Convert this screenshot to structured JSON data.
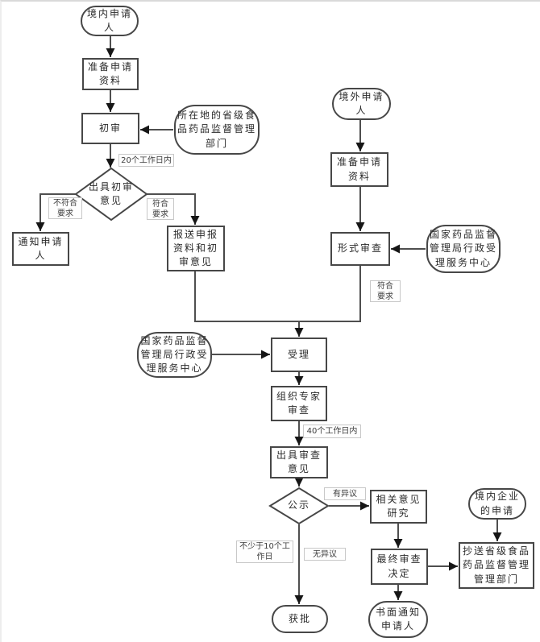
{
  "colors": {
    "line": "#4f4f4f",
    "border": "#474747",
    "text": "#2b2b2b",
    "arrow": "#161616",
    "labelBorder": "#c8c8c8",
    "labelText": "#3c3c3c",
    "bg": "#ffffff",
    "frame": "#d9d9d9"
  },
  "nodes": {
    "domestic_applicant": {
      "label": "境内申请人"
    },
    "prepare_materials_left": {
      "label": "准备申请资料"
    },
    "initial_review": {
      "label": "初审"
    },
    "provincial_dept": {
      "label": "所在地的省级食品药品监督管理部门"
    },
    "initial_opinion": {
      "label": "出具初审意见"
    },
    "notify_applicant": {
      "label": "通知申请人"
    },
    "submit_materials": {
      "label": "报送申报资料和初审意见"
    },
    "foreign_applicant": {
      "label": "境外申请人"
    },
    "prepare_materials_right": {
      "label": "准备申请资料"
    },
    "formal_review": {
      "label": "形式审查"
    },
    "nmpa_center_right": {
      "label": "国家药品监督管理局行政受理服务中心"
    },
    "nmpa_center_left": {
      "label": "国家药品监督管理局行政受理服务中心"
    },
    "accept": {
      "label": "受理"
    },
    "organize_expert_review": {
      "label": "组织专家审查"
    },
    "issue_review_opinion": {
      "label": "出具审查意见"
    },
    "publicity": {
      "label": "公示"
    },
    "relevant_opinion_research": {
      "label": "相关意见研究"
    },
    "final_review_decision": {
      "label": "最终审查决定"
    },
    "written_notice": {
      "label": "书面通知申请人"
    },
    "approved": {
      "label": "获批"
    },
    "domestic_enterprise": {
      "label": "境内企业的申请"
    },
    "copy_provincial": {
      "label": "抄送省级食品药品监督管理管理部门"
    }
  },
  "edge_labels": {
    "within_20_days": "20个工作日内",
    "not_meet": "不符合要求",
    "meet_right": "符合要求",
    "meet_bottom": "符合要求",
    "within_40_days": "40个工作日内",
    "objection": "有异议",
    "no_objection": "无异议",
    "no_less_than_10": "不少于10个工作日"
  }
}
